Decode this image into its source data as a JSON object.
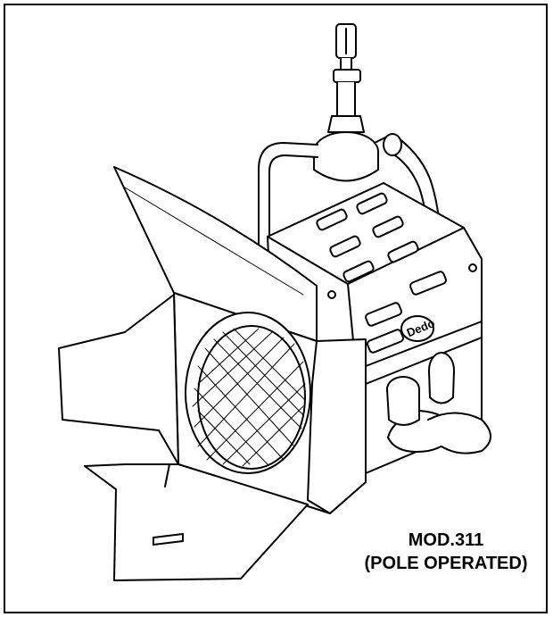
{
  "figure": {
    "caption_model": "MOD.311",
    "caption_note": "(POLE OPERATED)",
    "logo_text": "Dedo",
    "colors": {
      "line": "#000000",
      "fill": "#ffffff",
      "shade": "#d9d9d9",
      "dark": "#1a1a1a"
    }
  }
}
